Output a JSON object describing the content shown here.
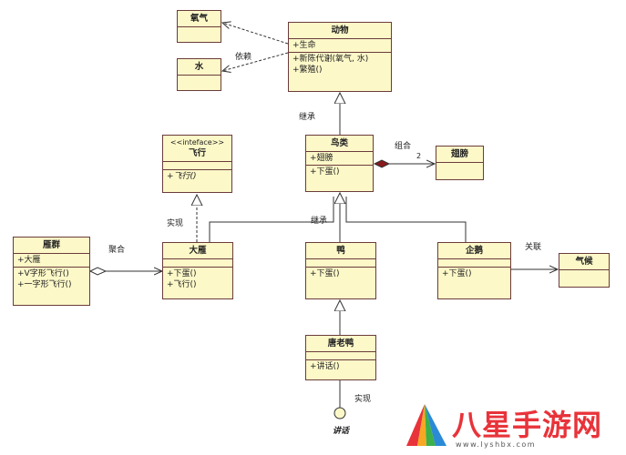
{
  "classes": {
    "animal": {
      "name": "动物",
      "attributes": [
        "+生命"
      ],
      "methods": [
        "+新陈代谢(氧气, 水)",
        "+繁殖()"
      ]
    },
    "oxygen": {
      "name": "氧气"
    },
    "water": {
      "name": "水"
    },
    "bird": {
      "name": "鸟类",
      "attributes": [
        "+翅膀"
      ],
      "methods": [
        "+下蛋()"
      ]
    },
    "wing": {
      "name": "翅膀"
    },
    "fly": {
      "stereotype": "<<inteface>>",
      "name": "飞行",
      "methods": [
        "+飞行()"
      ]
    },
    "goose_flock": {
      "name": "雁群",
      "attributes": [
        "+大雁"
      ],
      "methods": [
        "+V字形飞行()",
        "+一字形飞行()"
      ]
    },
    "goose": {
      "name": "大雁",
      "methods": [
        "+下蛋()",
        "+飞行()"
      ]
    },
    "duck": {
      "name": "鸭",
      "methods": [
        "+下蛋()"
      ]
    },
    "penguin": {
      "name": "企鹅",
      "methods": [
        "+下蛋()"
      ]
    },
    "climate": {
      "name": "气候"
    },
    "donald": {
      "name": "唐老鸭",
      "methods": [
        "+讲话()"
      ]
    }
  },
  "labels": {
    "dependency": "依赖",
    "inheritance_top": "继承",
    "composition": "组合",
    "composition_mult": "2",
    "realization_left": "实现",
    "inheritance_mid": "继承",
    "aggregation": "聚合",
    "association": "关联",
    "realization_bottom": "实现",
    "lollipop_interface": "讲话"
  },
  "watermark": {
    "text": "八星手游网",
    "url": "www.lyshbx.com",
    "colors": [
      "#e8333a",
      "#f7a823",
      "#3db049",
      "#2b8ad6"
    ]
  }
}
